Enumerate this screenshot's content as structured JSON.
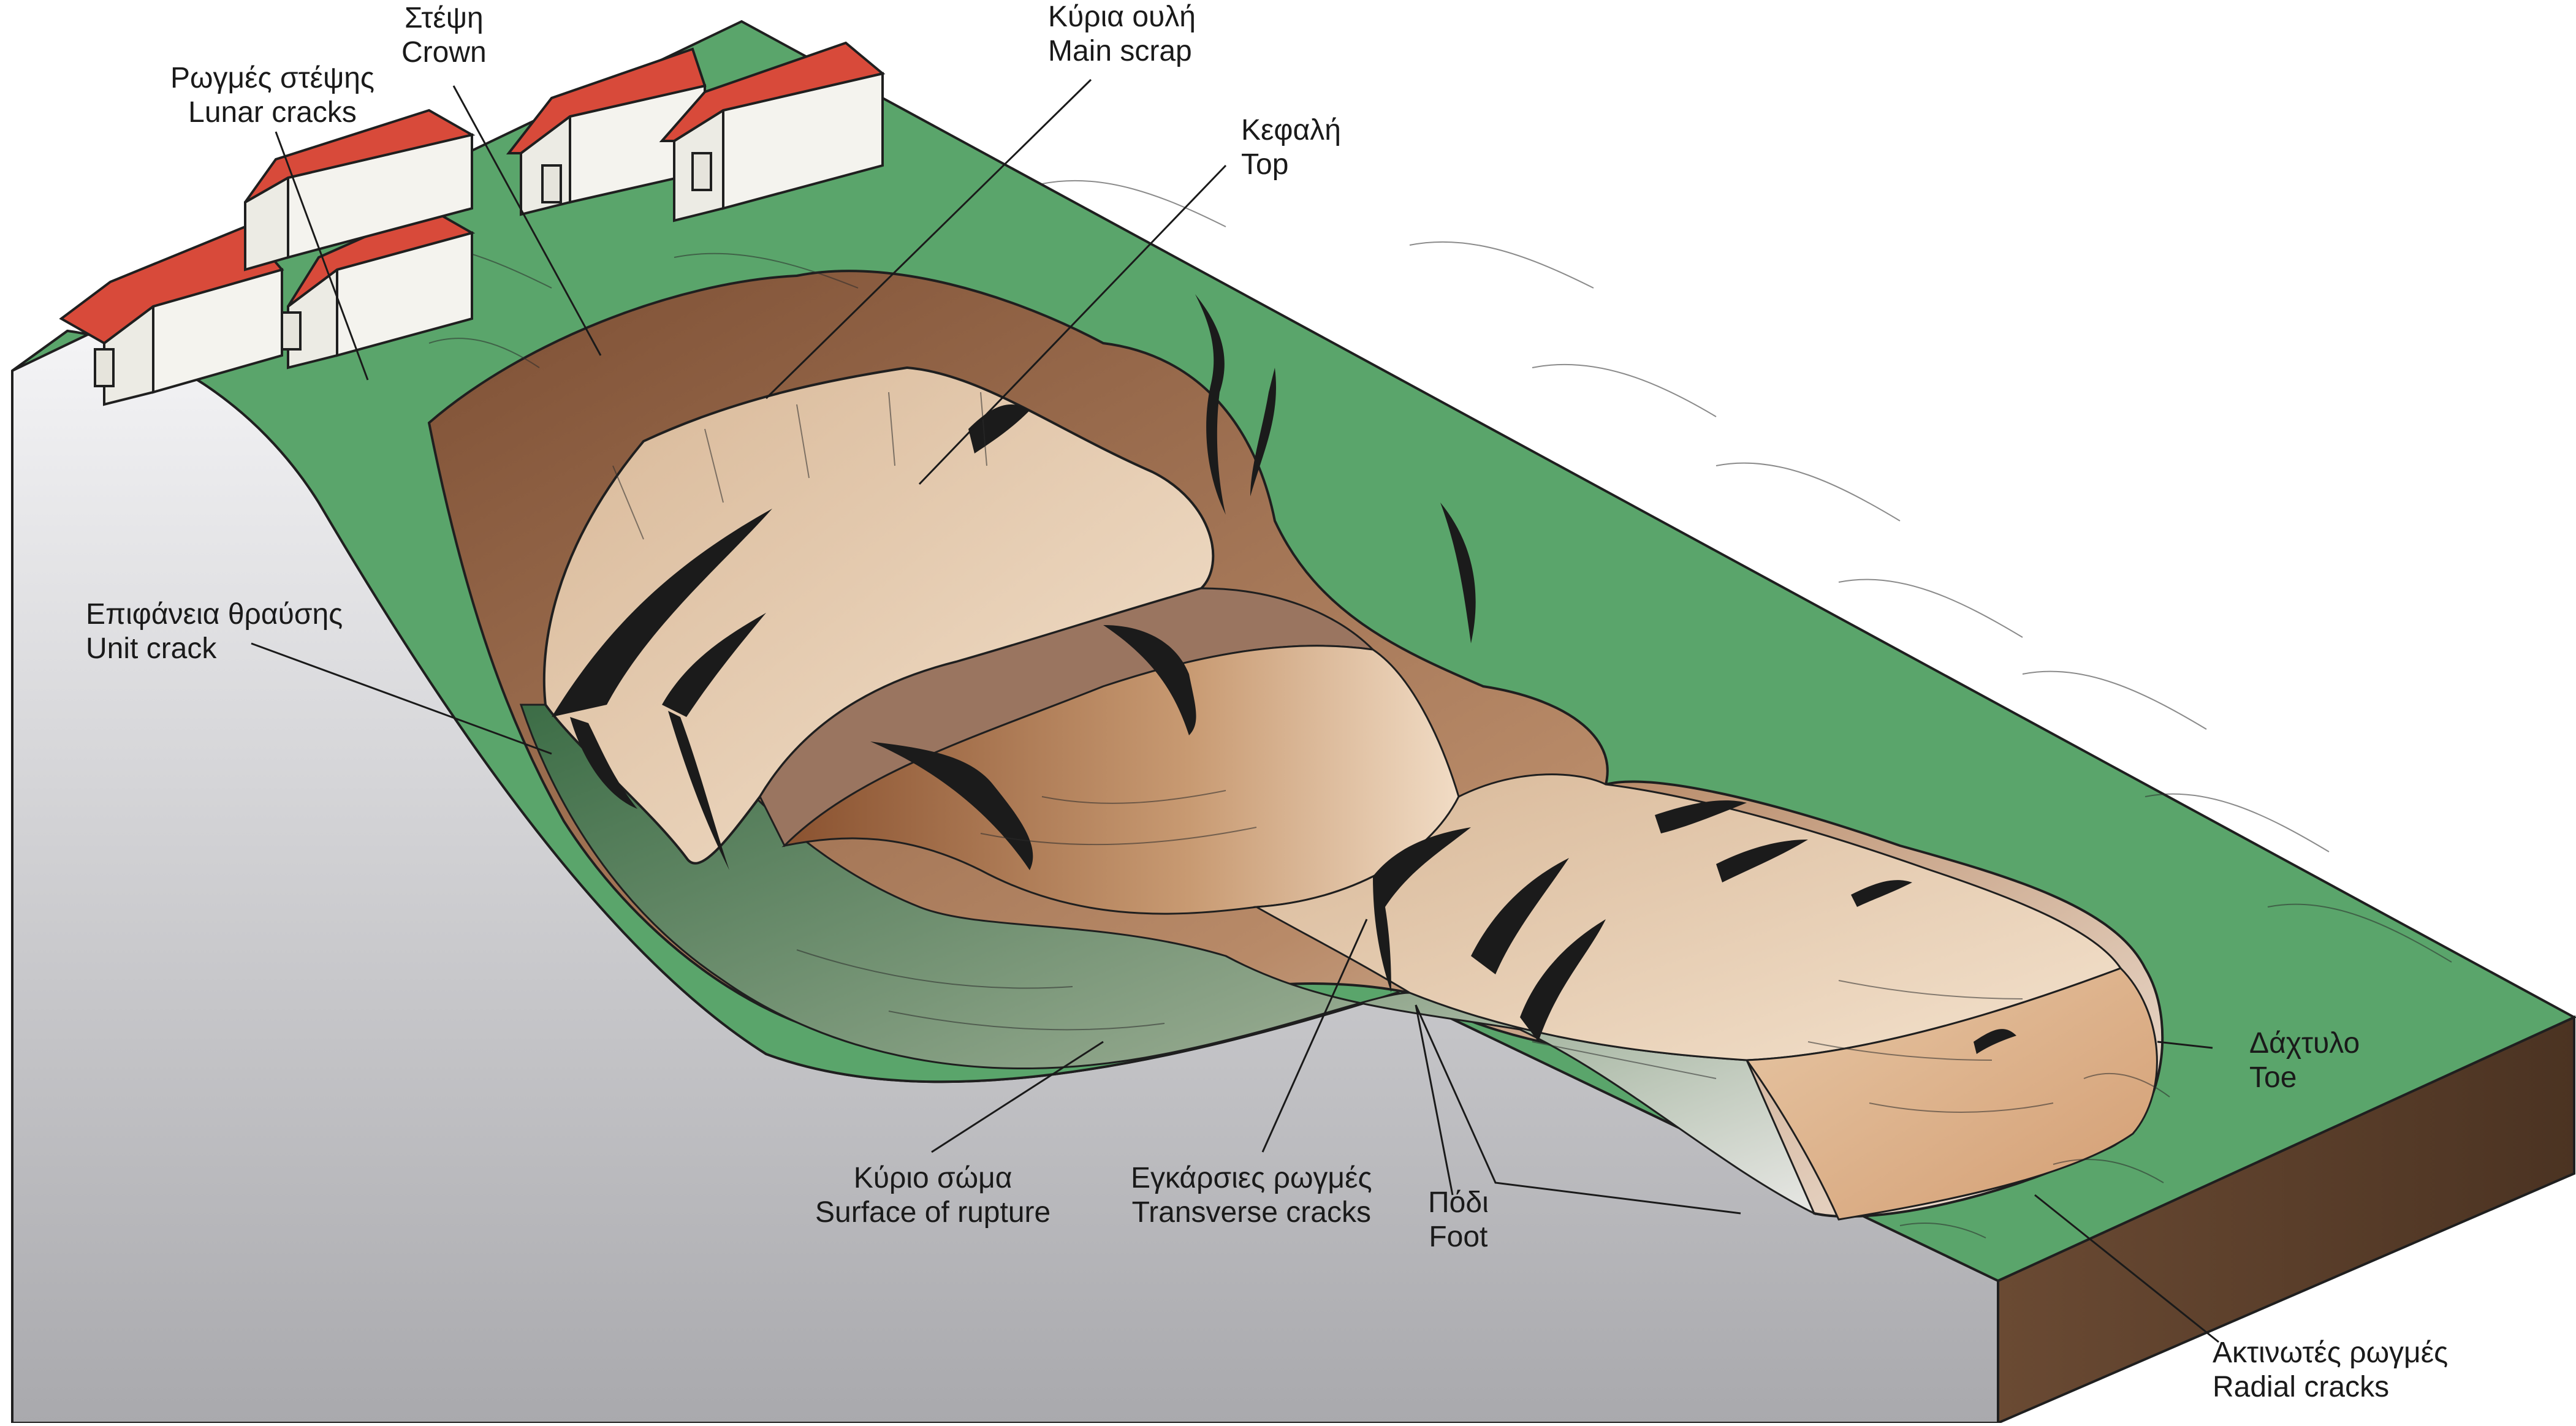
{
  "diagram": {
    "labels": {
      "crown": {
        "gr": "Στέψη",
        "en": "Crown"
      },
      "lunar_cracks": {
        "gr": "Ρωγμές στέψης",
        "en": "Lunar cracks"
      },
      "main_scarp": {
        "gr": "Κύρια ουλή",
        "en": "Main scrap"
      },
      "top": {
        "gr": "Κεφαλή",
        "en": "Top"
      },
      "unit_crack": {
        "gr": "Επιφάνεια θραύσης",
        "en": "Unit crack"
      },
      "surface_of_rupture": {
        "gr": "Κύριο σώμα",
        "en": "Surface of rupture"
      },
      "transverse_cracks": {
        "gr": "Εγκάρσιες ρωγμές",
        "en": "Transverse cracks"
      },
      "foot": {
        "gr": "Πόδι",
        "en": "Foot"
      },
      "toe": {
        "gr": "Δάχτυλο",
        "en": "Toe"
      },
      "radial_cracks": {
        "gr": "Ακτινωτές ρωγμές",
        "en": "Radial cracks"
      }
    },
    "colors": {
      "grass": "#5aa56b",
      "grass_dark": "#3f7f4e",
      "block_side": "#c9c9cc",
      "block_edge": "#6b4a32",
      "scarp": "#8f5d3e",
      "body_light": "#e6c7a6",
      "crack": "#1b1b1b",
      "roof": "#d84a3a",
      "house_wall": "#ecebe4"
    }
  }
}
